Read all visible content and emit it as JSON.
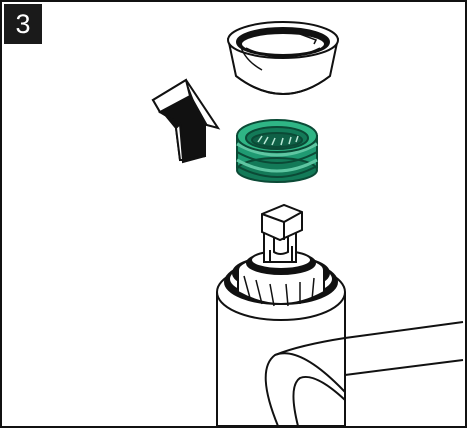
{
  "step": {
    "number": "3"
  },
  "illustration": {
    "parts": [
      "cover-ring",
      "aerator-insert",
      "cartridge-spindle",
      "faucet-body",
      "faucet-spout"
    ],
    "action": "lift-up",
    "icons": [
      "arrow-up-icon"
    ],
    "colors": {
      "line": "#111111",
      "badge": "#1a1a1a",
      "insert_fill": "#1f9a72",
      "insert_dark": "#137a58",
      "insert_light": "#5fc6a2",
      "metal_light": "#ffffff"
    }
  }
}
